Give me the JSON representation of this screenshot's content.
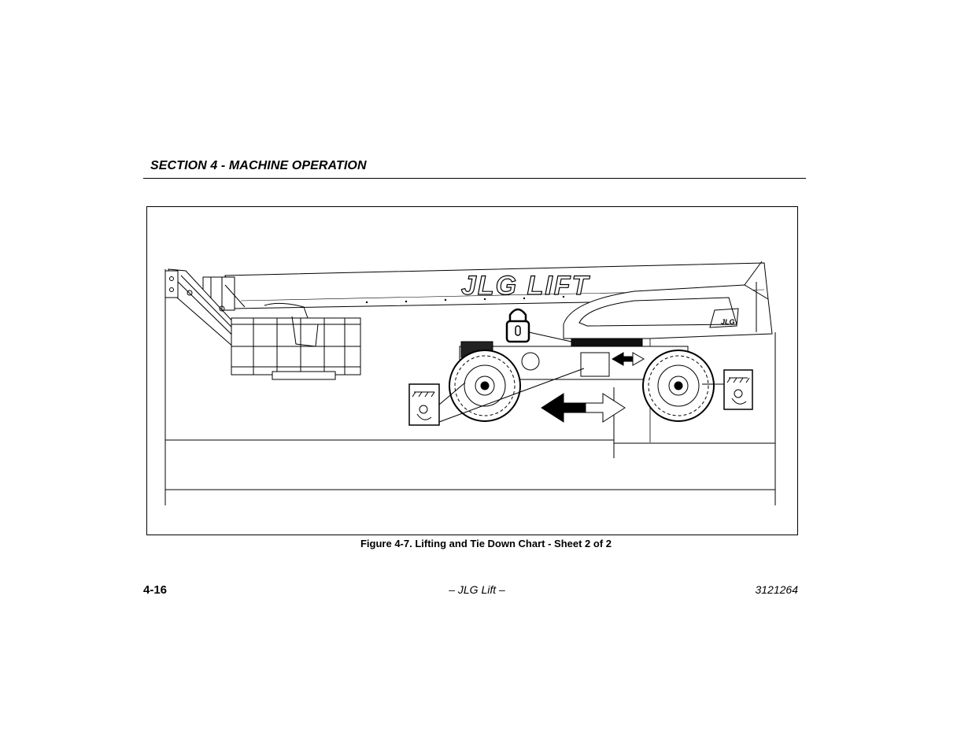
{
  "header": {
    "section_title": "SECTION 4 - MACHINE OPERATION"
  },
  "figure": {
    "boom_logo_text": "JLG LIFT",
    "turret_logo_text": "JLG",
    "caption": "Figure 4-7. Lifting and Tie Down Chart - Sheet 2 of 2"
  },
  "footer": {
    "page_number": "4-16",
    "center_text": "– JLG Lift –",
    "document_number": "3121264"
  }
}
